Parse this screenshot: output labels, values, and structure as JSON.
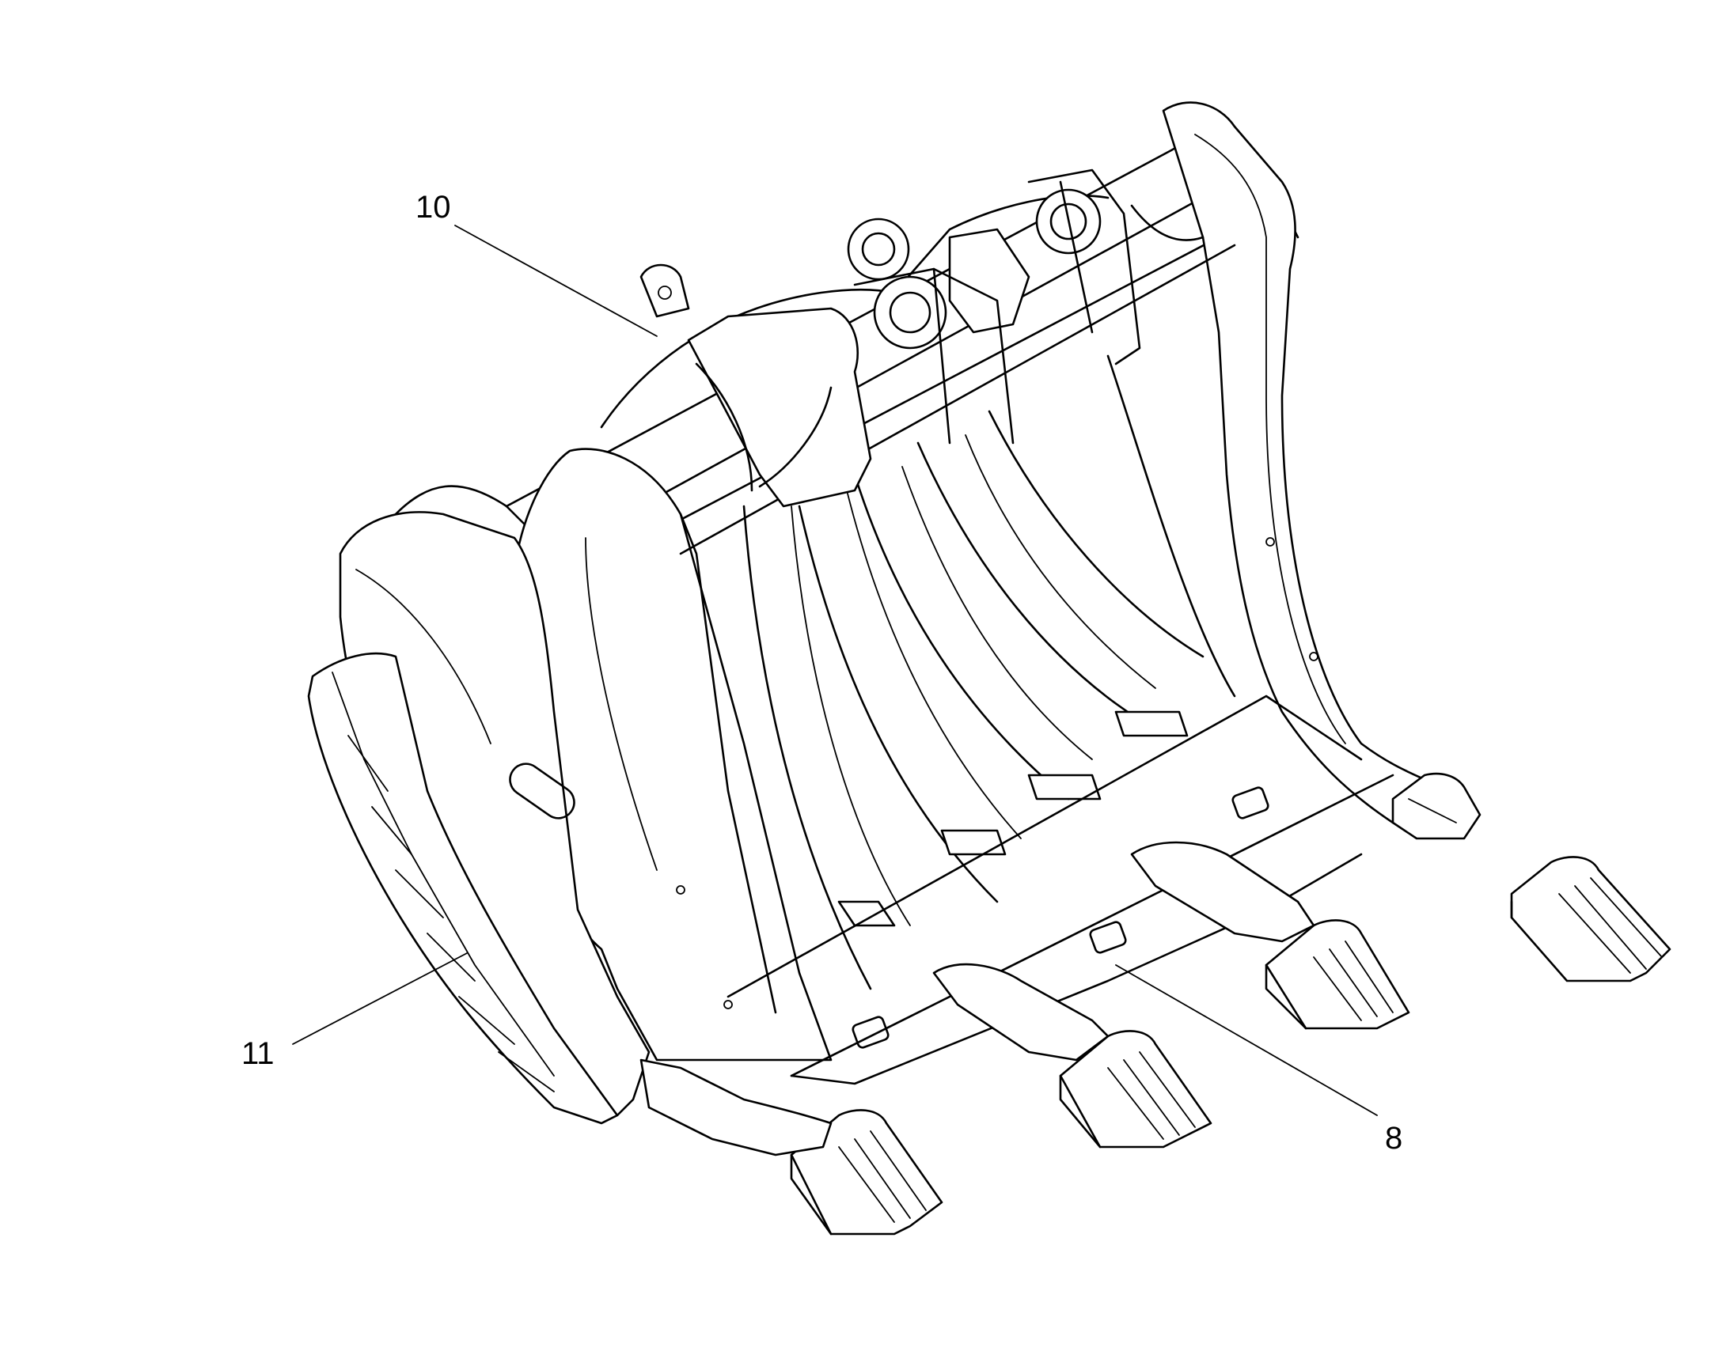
{
  "callouts": [
    {
      "id": "10",
      "label": "10"
    },
    {
      "id": "11",
      "label": "11"
    },
    {
      "id": "8",
      "label": "8"
    }
  ]
}
